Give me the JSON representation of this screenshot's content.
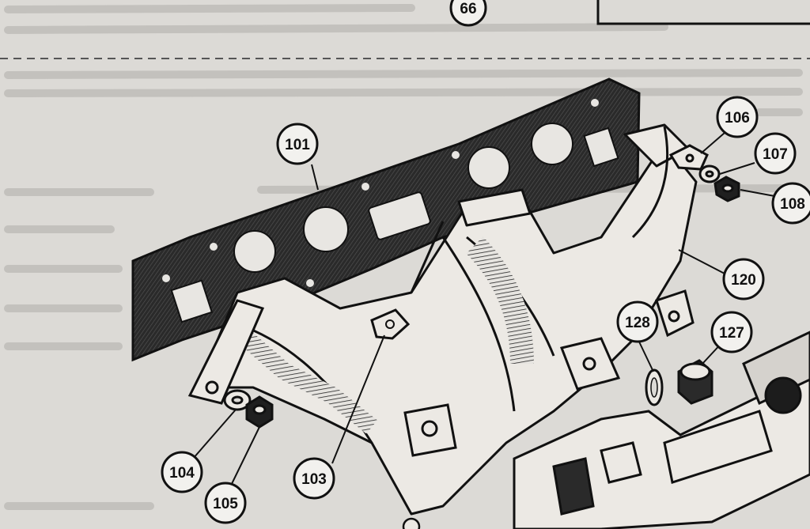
{
  "colors": {
    "paper": "#dcdad6",
    "ink": "#111111",
    "faded_text": "#b9b7b3"
  },
  "callouts": [
    {
      "id": "page",
      "label": "66"
    },
    {
      "id": "gasket",
      "label": "101"
    },
    {
      "id": "clip",
      "label": "103"
    },
    {
      "id": "washer-left",
      "label": "104"
    },
    {
      "id": "nut-left",
      "label": "105"
    },
    {
      "id": "clip-right",
      "label": "106"
    },
    {
      "id": "washer-right",
      "label": "107"
    },
    {
      "id": "nut-right",
      "label": "108"
    },
    {
      "id": "manifold",
      "label": "120"
    },
    {
      "id": "plug",
      "label": "127"
    },
    {
      "id": "sealing-washer",
      "label": "128"
    }
  ]
}
